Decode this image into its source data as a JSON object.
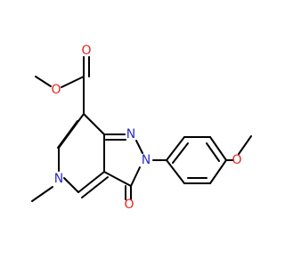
{
  "molecule": {
    "atoms": {
      "o_ether": {
        "symbol": "O",
        "color": "#e8241b"
      },
      "o_carbonyl_ester": {
        "symbol": "O",
        "color": "#e8241b"
      },
      "n_ring_top": {
        "symbol": "N",
        "color": "#2b2dc9"
      },
      "n_ring_aryl": {
        "symbol": "N",
        "color": "#2b2dc9"
      },
      "n_pyridine": {
        "symbol": "N",
        "color": "#2b2dc9"
      },
      "o_methoxy": {
        "symbol": "O",
        "color": "#e8241b"
      },
      "o_ketone": {
        "symbol": "O",
        "color": "#e8241b"
      }
    }
  }
}
